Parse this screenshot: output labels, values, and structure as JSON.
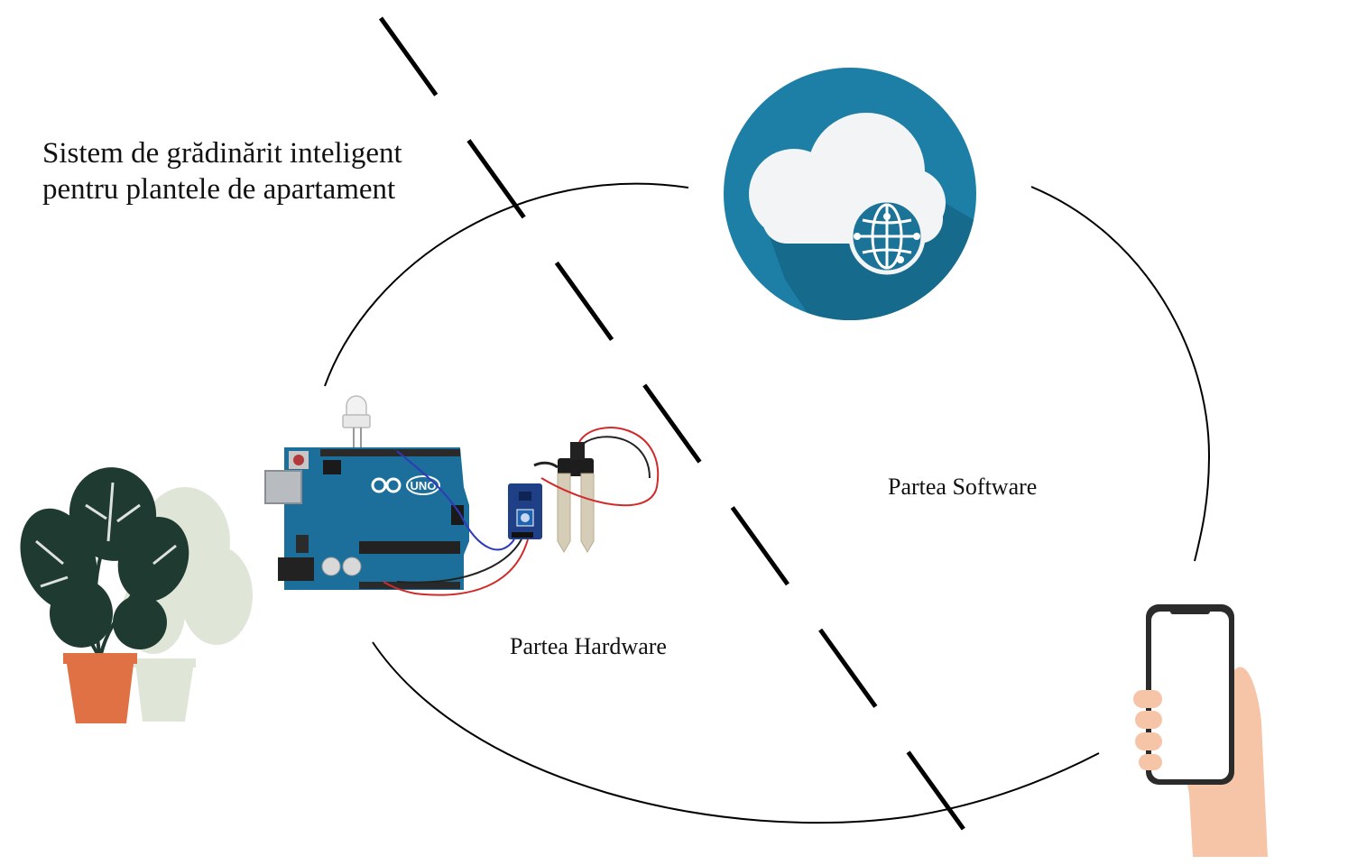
{
  "title": {
    "line1": "Sistem de grădinărit inteligent",
    "line2": "pentru plantele de apartament"
  },
  "labels": {
    "software": "Partea Software",
    "hardware": "Partea Hardware"
  },
  "board": {
    "logo": "UNO"
  },
  "icons": {
    "cloud": "cloud-globe-icon",
    "phone": "smartphone-in-hand-icon",
    "plant": "potted-plant-icon",
    "board": "arduino-uno-board",
    "sensor": "soil-moisture-sensor",
    "led": "led-icon"
  },
  "colors": {
    "cloud_circle": "#1d7fa6",
    "cloud_circle_shadow": "#166a8c",
    "cloud_body": "#f3f4f5",
    "board": "#1b6f9a",
    "plant_dark": "#1f3a30",
    "plant_light": "#dfe6d8",
    "pot": "#e07144",
    "pot_light": "#d9e0cf",
    "skin": "#f6c5a7",
    "wire_red": "#d12a2a",
    "wire_blue": "#2e3ab8"
  }
}
